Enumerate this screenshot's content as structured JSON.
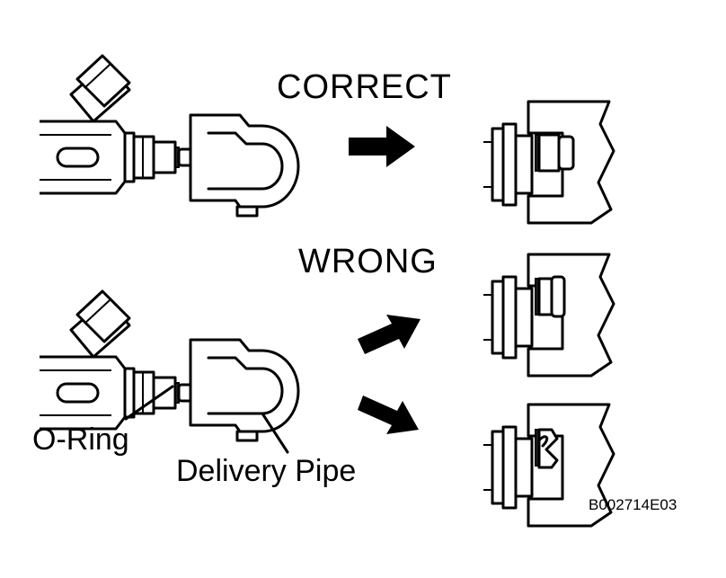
{
  "labels": {
    "correct": "CORRECT",
    "wrong": "WRONG",
    "o_ring": "O-Ring",
    "delivery_pipe": "Delivery Pipe",
    "figure_code": "B002714E03"
  },
  "colors": {
    "line": "#000000",
    "background": "#ffffff"
  }
}
